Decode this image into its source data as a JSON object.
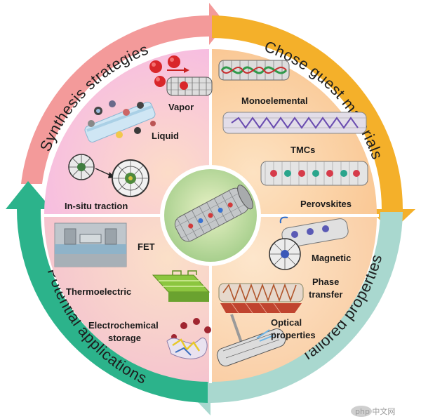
{
  "arcs": {
    "synthesis": "Synthesis  strategies",
    "guest": "Chose guest materials",
    "tailored": "Tailored  properties",
    "applications": "Potential  applications"
  },
  "quadrants": {
    "synthesis": [
      "Vapor",
      "Liquid",
      "In-situ traction"
    ],
    "guest": [
      "Monoelemental",
      "TMCs",
      "Perovskites"
    ],
    "tailored": {
      "magnetic": "Magnetic",
      "phase": [
        "Phase",
        "transfer"
      ],
      "optical": [
        "Optical",
        "properties"
      ]
    },
    "applications": {
      "fet": "FET",
      "thermo": "Thermoelectric",
      "electro": [
        "Electrochemical",
        "storage"
      ]
    }
  },
  "watermark": "php 中文网",
  "colors": {
    "synthesis_arrow": "#f08a8a",
    "guest_arrow": "#f5b228",
    "tailored_arrow": "#a6d8cf",
    "applications_arrow": "#2fb38a",
    "synthesis_fill": "#f9cfe0",
    "guest_fill": "#fbd3a5",
    "tailored_fill": "#fbd7b6",
    "applications_fill": "#f6cfd6",
    "center": "#b9d9a0"
  },
  "icons": [
    "nanotube-icon",
    "molecule-icon",
    "fullerene-icon",
    "transistor-icon",
    "crystal-icon"
  ]
}
